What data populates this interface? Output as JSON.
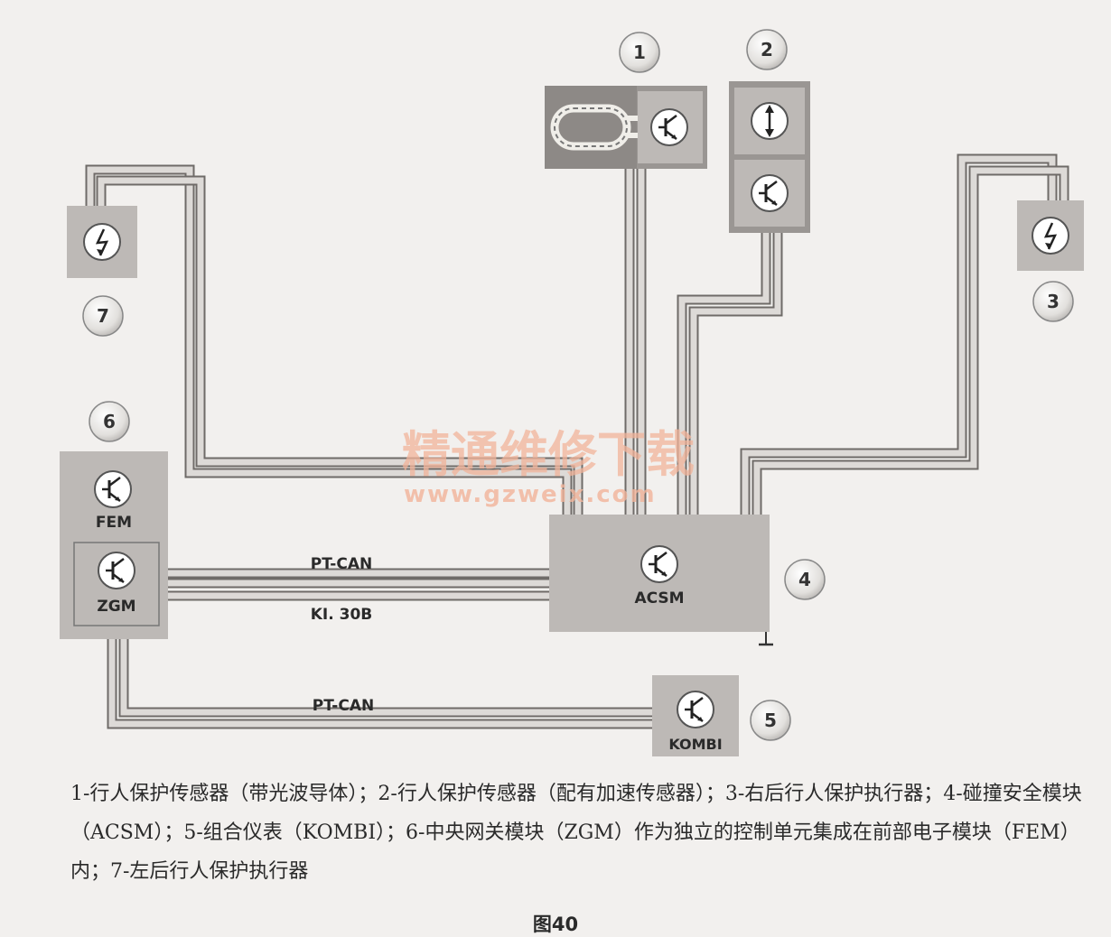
{
  "labels": {
    "fem": "FEM",
    "zgm": "ZGM",
    "acsm": "ACSM",
    "kombi": "KOMBI",
    "pt_can_top": "PT-CAN",
    "kl30b": "KI. 30B",
    "pt_can_bottom": "PT-CAN"
  },
  "numbers": {
    "n1": "1",
    "n2": "2",
    "n3": "3",
    "n4": "4",
    "n5": "5",
    "n6": "6",
    "n7": "7"
  },
  "watermark": {
    "title": "精通维修下载",
    "url": "www.gzweix.com"
  },
  "caption": "1-行人保护传感器（带光波导体）；2-行人保护传感器（配有加速传感器）；3-右后行人保护执行器；4-碰撞安全模块（ACSM）；5-组合仪表（KOMBI）；6-中央网关模块（ZGM）作为独立的控制单元集成在前部电子模块（FEM）内；7-左后行人保护执行器",
  "figure_label": "图40",
  "icons": {
    "transistor": "transistor-icon",
    "accel": "acceleration-arrow-icon",
    "lightning": "lightning-actuator-icon",
    "fiber": "fiber-optic-loop-icon",
    "ground": "ground-icon"
  },
  "colors": {
    "box_fill": "#bdb9b6",
    "box_dark": "#9a9693",
    "wire_fill": "#dddad7",
    "wire_edge": "#6f6b68",
    "badge_fill": "#e8e6e3",
    "watermark": "#f2b49a"
  }
}
